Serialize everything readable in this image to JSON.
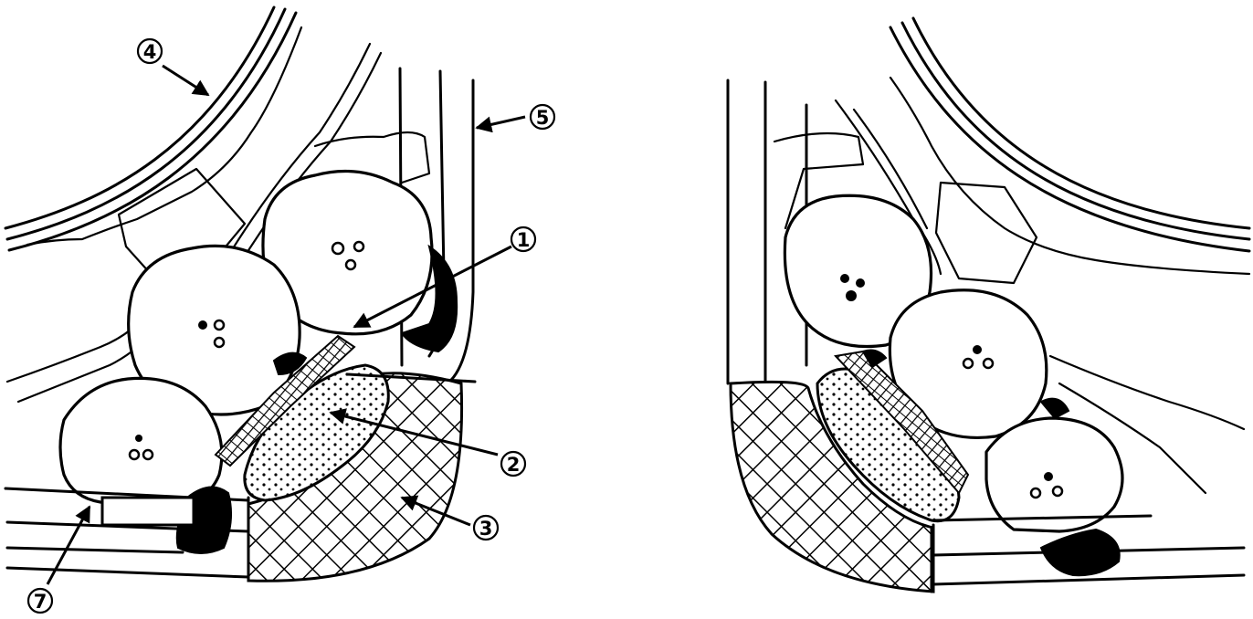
{
  "labels": {
    "l1": "1",
    "l2": "2",
    "l3": "3",
    "l4": "4",
    "l5": "5",
    "l7": "7"
  },
  "colors": {
    "ink": "#000000",
    "paper": "#ffffff"
  }
}
